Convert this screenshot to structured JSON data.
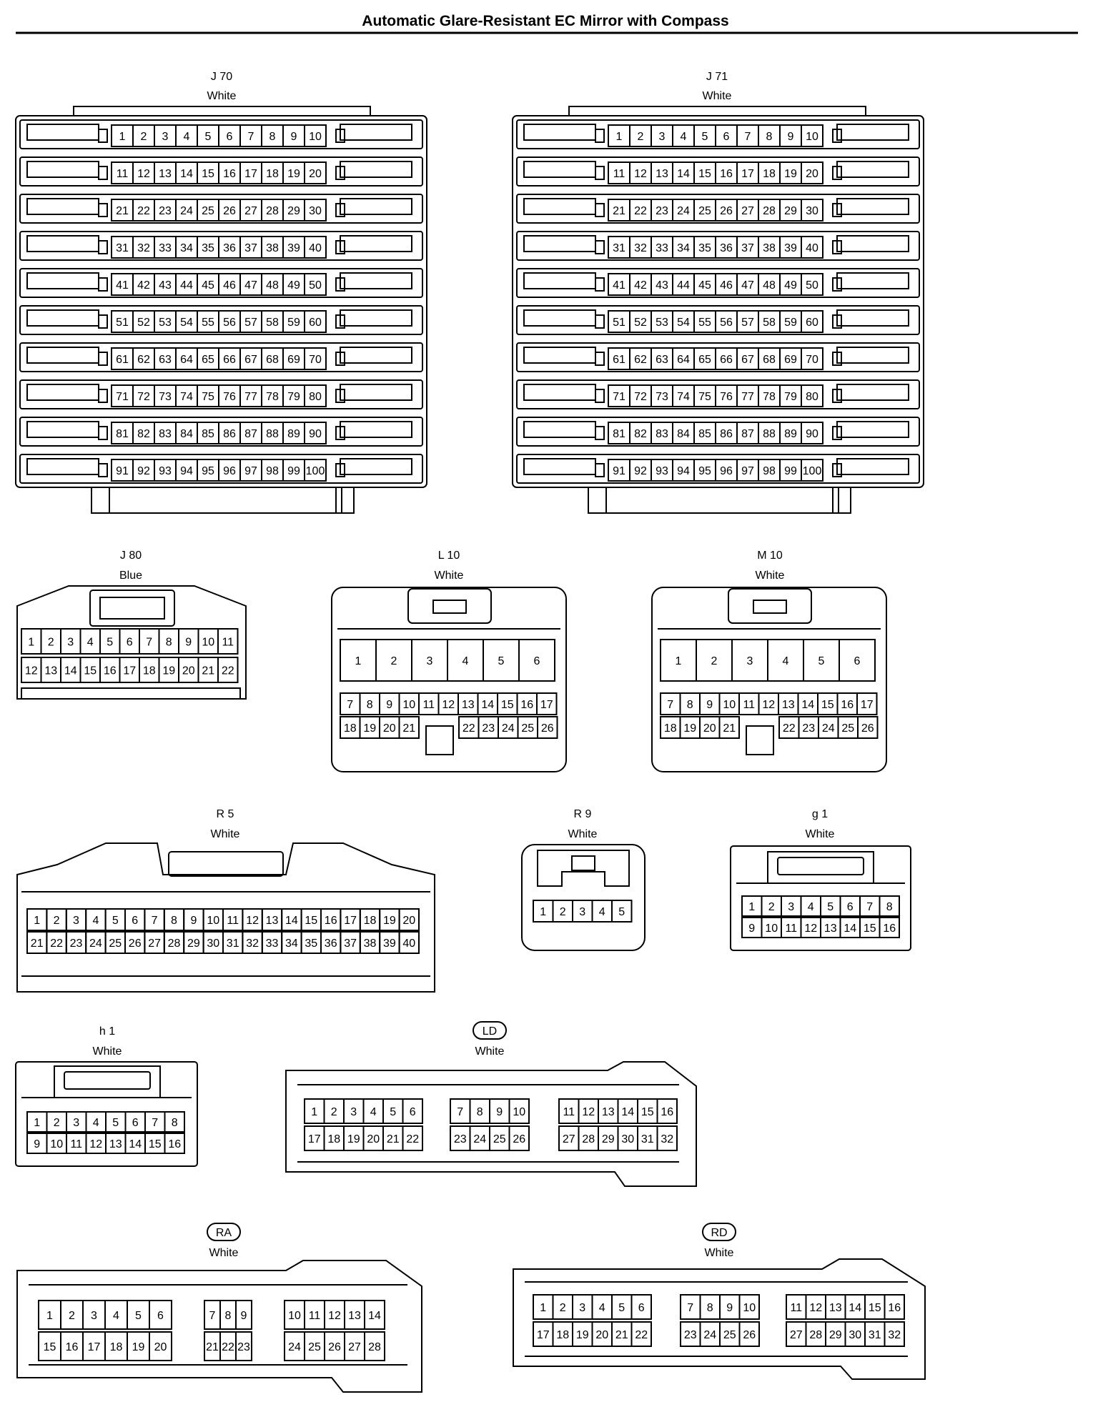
{
  "title": "Automatic Glare-Resistant EC Mirror with Compass",
  "connectors": {
    "j70": {
      "label": "J 70",
      "color": "White",
      "pins": [
        "1",
        "2",
        "3",
        "4",
        "5",
        "6",
        "7",
        "8",
        "9",
        "10",
        "11",
        "12",
        "13",
        "14",
        "15",
        "16",
        "17",
        "18",
        "19",
        "20",
        "21",
        "22",
        "23",
        "24",
        "25",
        "26",
        "27",
        "28",
        "29",
        "30",
        "31",
        "32",
        "33",
        "34",
        "35",
        "36",
        "37",
        "38",
        "39",
        "40",
        "41",
        "42",
        "43",
        "44",
        "45",
        "46",
        "47",
        "48",
        "49",
        "50",
        "51",
        "52",
        "53",
        "54",
        "55",
        "56",
        "57",
        "58",
        "59",
        "60",
        "61",
        "62",
        "63",
        "64",
        "65",
        "66",
        "67",
        "68",
        "69",
        "70",
        "71",
        "72",
        "73",
        "74",
        "75",
        "76",
        "77",
        "78",
        "79",
        "80",
        "81",
        "82",
        "83",
        "84",
        "85",
        "86",
        "87",
        "88",
        "89",
        "90",
        "91",
        "92",
        "93",
        "94",
        "95",
        "96",
        "97",
        "98",
        "99",
        "100"
      ]
    },
    "j71": {
      "label": "J 71",
      "color": "White",
      "pins": [
        "1",
        "2",
        "3",
        "4",
        "5",
        "6",
        "7",
        "8",
        "9",
        "10",
        "11",
        "12",
        "13",
        "14",
        "15",
        "16",
        "17",
        "18",
        "19",
        "20",
        "21",
        "22",
        "23",
        "24",
        "25",
        "26",
        "27",
        "28",
        "29",
        "30",
        "31",
        "32",
        "33",
        "34",
        "35",
        "36",
        "37",
        "38",
        "39",
        "40",
        "41",
        "42",
        "43",
        "44",
        "45",
        "46",
        "47",
        "48",
        "49",
        "50",
        "51",
        "52",
        "53",
        "54",
        "55",
        "56",
        "57",
        "58",
        "59",
        "60",
        "61",
        "62",
        "63",
        "64",
        "65",
        "66",
        "67",
        "68",
        "69",
        "70",
        "71",
        "72",
        "73",
        "74",
        "75",
        "76",
        "77",
        "78",
        "79",
        "80",
        "81",
        "82",
        "83",
        "84",
        "85",
        "86",
        "87",
        "88",
        "89",
        "90",
        "91",
        "92",
        "93",
        "94",
        "95",
        "96",
        "97",
        "98",
        "99",
        "100"
      ]
    },
    "j80": {
      "label": "J 80",
      "color": "Blue",
      "pins": [
        "1",
        "2",
        "3",
        "4",
        "5",
        "6",
        "7",
        "8",
        "9",
        "10",
        "11",
        "12",
        "13",
        "14",
        "15",
        "16",
        "17",
        "18",
        "19",
        "20",
        "21",
        "22"
      ]
    },
    "l10": {
      "label": "L 10",
      "color": "White",
      "pins": [
        "1",
        "2",
        "3",
        "4",
        "5",
        "6",
        "7",
        "8",
        "9",
        "10",
        "11",
        "12",
        "13",
        "14",
        "15",
        "16",
        "17",
        "18",
        "19",
        "20",
        "21",
        "22",
        "23",
        "24",
        "25",
        "26"
      ]
    },
    "m10": {
      "label": "M 10",
      "color": "White",
      "pins": [
        "1",
        "2",
        "3",
        "4",
        "5",
        "6",
        "7",
        "8",
        "9",
        "10",
        "11",
        "12",
        "13",
        "14",
        "15",
        "16",
        "17",
        "18",
        "19",
        "20",
        "21",
        "22",
        "23",
        "24",
        "25",
        "26"
      ]
    },
    "r5": {
      "label": "R 5",
      "color": "White",
      "pins": [
        "1",
        "2",
        "3",
        "4",
        "5",
        "6",
        "7",
        "8",
        "9",
        "10",
        "11",
        "12",
        "13",
        "14",
        "15",
        "16",
        "17",
        "18",
        "19",
        "20",
        "21",
        "22",
        "23",
        "24",
        "25",
        "26",
        "27",
        "28",
        "29",
        "30",
        "31",
        "32",
        "33",
        "34",
        "35",
        "36",
        "37",
        "38",
        "39",
        "40"
      ]
    },
    "r9": {
      "label": "R 9",
      "color": "White",
      "pins": [
        "1",
        "2",
        "3",
        "4",
        "5"
      ]
    },
    "g1": {
      "label": "g 1",
      "color": "White",
      "pins": [
        "1",
        "2",
        "3",
        "4",
        "5",
        "6",
        "7",
        "8",
        "9",
        "10",
        "11",
        "12",
        "13",
        "14",
        "15",
        "16"
      ]
    },
    "h1": {
      "label": "h 1",
      "color": "White",
      "pins": [
        "1",
        "2",
        "3",
        "4",
        "5",
        "6",
        "7",
        "8",
        "9",
        "10",
        "11",
        "12",
        "13",
        "14",
        "15",
        "16"
      ]
    },
    "ld": {
      "label": "LD",
      "color": "White",
      "pins": [
        "1",
        "2",
        "3",
        "4",
        "5",
        "6",
        "7",
        "8",
        "9",
        "10",
        "11",
        "12",
        "13",
        "14",
        "15",
        "16",
        "17",
        "18",
        "19",
        "20",
        "21",
        "22",
        "23",
        "24",
        "25",
        "26",
        "27",
        "28",
        "29",
        "30",
        "31",
        "32"
      ]
    },
    "ra": {
      "label": "RA",
      "color": "White",
      "pins": [
        "1",
        "2",
        "3",
        "4",
        "5",
        "6",
        "7",
        "8",
        "9",
        "10",
        "11",
        "12",
        "13",
        "14",
        "15",
        "16",
        "17",
        "18",
        "19",
        "20",
        "21",
        "22",
        "23",
        "24",
        "25",
        "26",
        "27",
        "28"
      ]
    },
    "rd": {
      "label": "RD",
      "color": "White",
      "pins": [
        "1",
        "2",
        "3",
        "4",
        "5",
        "6",
        "7",
        "8",
        "9",
        "10",
        "11",
        "12",
        "13",
        "14",
        "15",
        "16",
        "17",
        "18",
        "19",
        "20",
        "21",
        "22",
        "23",
        "24",
        "25",
        "26",
        "27",
        "28",
        "29",
        "30",
        "31",
        "32"
      ]
    }
  }
}
